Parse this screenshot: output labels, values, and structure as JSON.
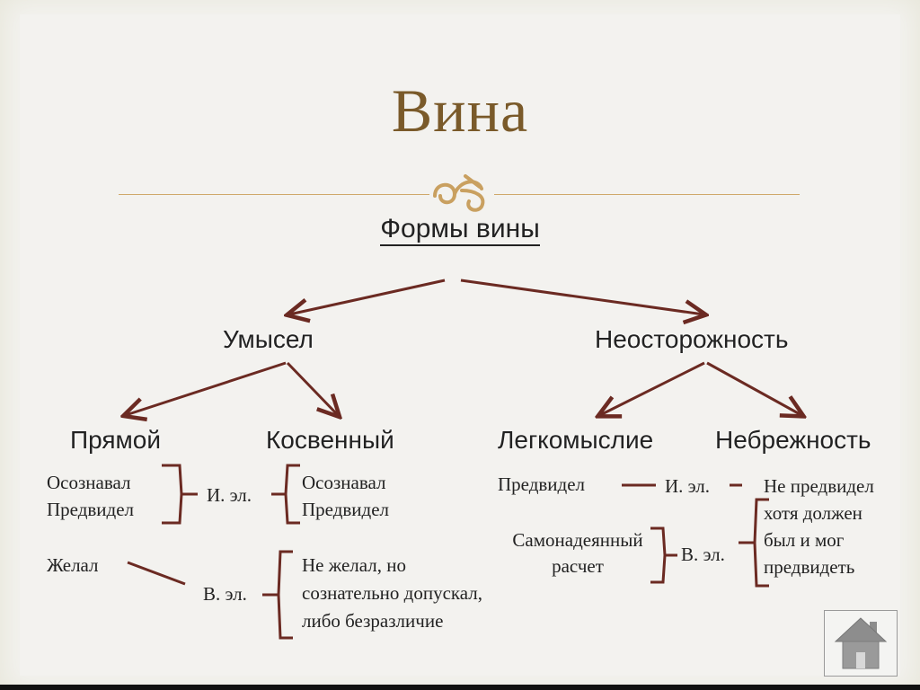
{
  "slide": {
    "title": "Вина",
    "subtitle": "Формы вины"
  },
  "tree": {
    "intent": "Умысел",
    "negligence_root": "Неосторожность",
    "direct": "Прямой",
    "indirect": "Косвенный",
    "frivolity": "Легкомыслие",
    "negligence": "Небрежность"
  },
  "direct_block": {
    "line1": "Осознавал",
    "line2": "Предвидел",
    "desired": "Желал"
  },
  "intent_labels": {
    "intellectual": "И. эл.",
    "volitional": "В. эл."
  },
  "indirect_block": {
    "line1": "Осознавал",
    "line2": "Предвидел",
    "will1": "Не желал, но",
    "will2": "сознательно допускал,",
    "will3": "либо безразличие"
  },
  "frivolity_block": {
    "foresaw": "Предвидел",
    "hope1": "Самонадеянный",
    "hope2": "расчет"
  },
  "negligence_labels": {
    "intellectual": "И. эл.",
    "volitional": "В. эл."
  },
  "negligence_block": {
    "line1": "Не предвидел",
    "line2": "хотя должен",
    "line3": "был и мог",
    "line4": "предвидеть"
  },
  "colors": {
    "arrow": "#6b2a22",
    "title": "#7a5a2a",
    "accent": "#cfa86a"
  },
  "icons": {
    "ornament": "fleuron-icon",
    "home": "home-icon"
  }
}
